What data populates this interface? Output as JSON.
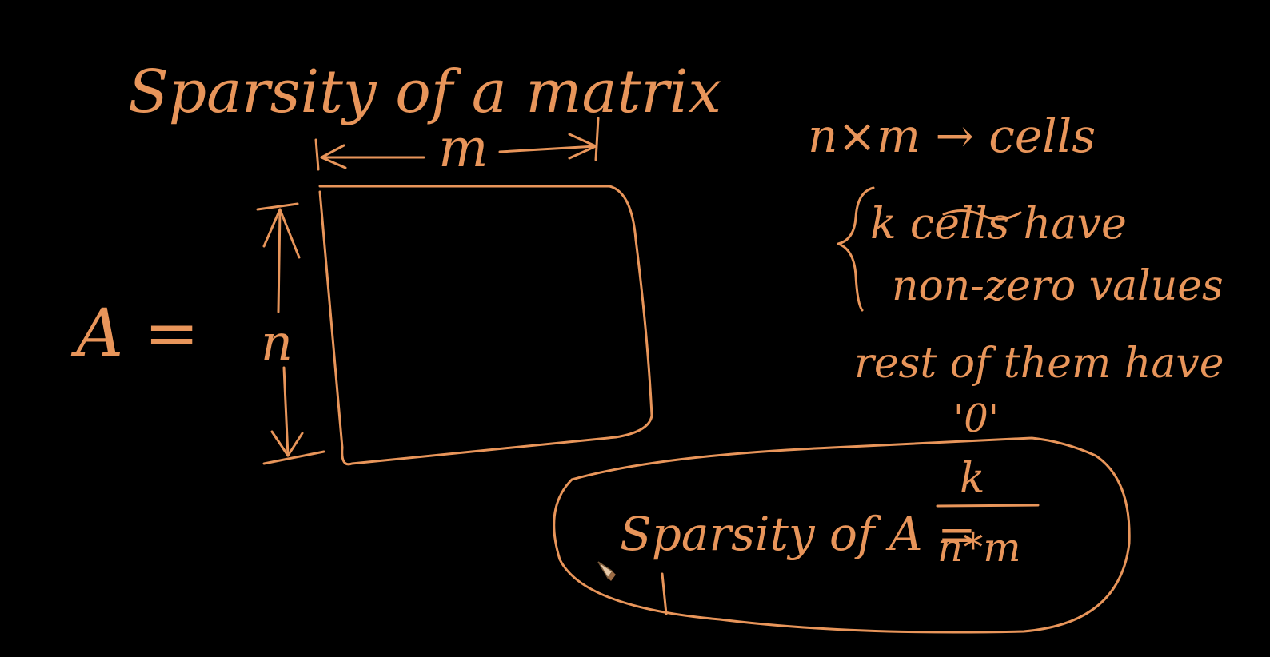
{
  "whiteboard": {
    "ink_color": "#E8955A",
    "background_color": "#000000",
    "title": "Sparsity of a matrix",
    "matrix_label": "A =",
    "width_label": "m",
    "height_label": "n",
    "notes": {
      "cells_line": "n×m → cells",
      "k_line": "k cells have",
      "nonzero_line": "non-zero values",
      "rest_line": "rest of them have",
      "zero_line": "'0'"
    },
    "formula": {
      "lhs": "Sparsity of A =",
      "numerator": "k",
      "denominator": "n*m"
    },
    "cursor_icon": "pen-cursor-icon"
  }
}
